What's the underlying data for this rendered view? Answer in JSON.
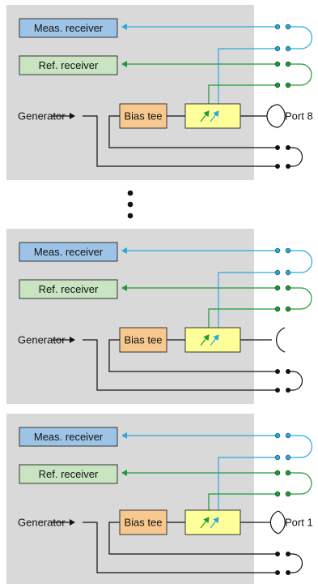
{
  "labels": {
    "meas_receiver": "Meas. receiver",
    "ref_receiver": "Ref. receiver",
    "generator": "Generator",
    "bias_tee": "Bias tee",
    "port_top": "Port 8",
    "port_middle": "",
    "port_bottom": "Port 1"
  },
  "colors": {
    "panel": "#d9d9d9",
    "meas_box": "#9dc3e6",
    "ref_box": "#c9e4c1",
    "bias_box": "#f7c98f",
    "coupler_box": "#ffff99",
    "meas_line": "#2aa7dd",
    "ref_line": "#1f9a3a",
    "generator_line": "#111111"
  }
}
